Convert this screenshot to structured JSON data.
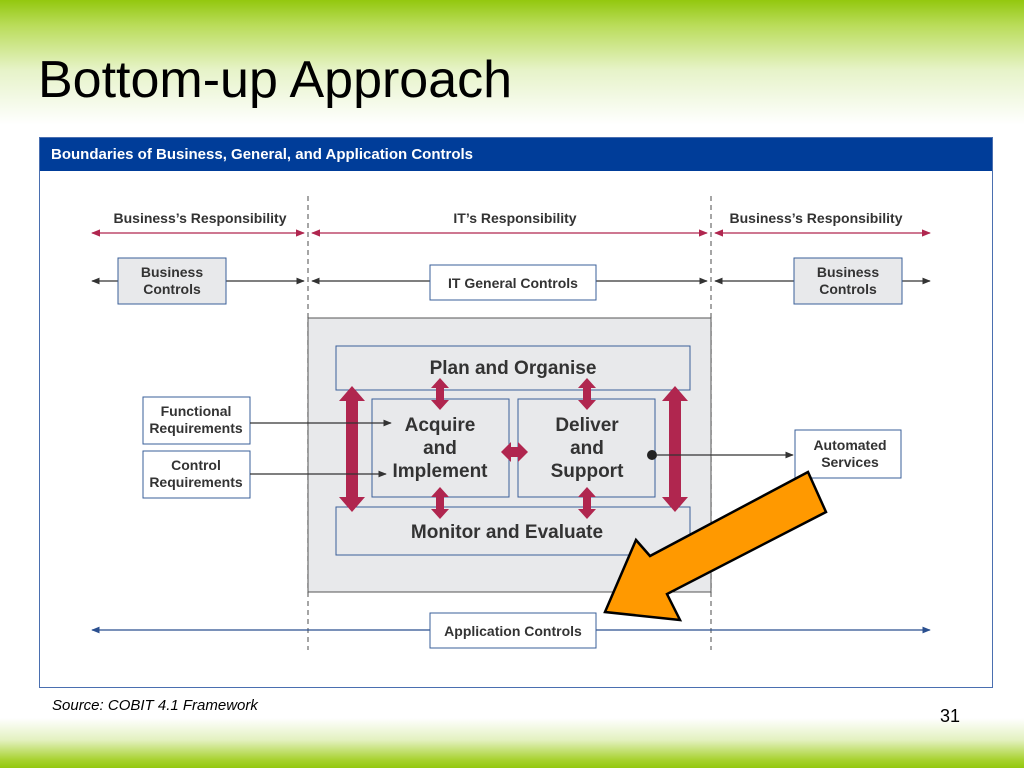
{
  "slide": {
    "title": "Bottom-up Approach",
    "source": "Source: COBIT 4.1 Framework",
    "page_number": "31"
  },
  "figure": {
    "header": "Boundaries of Business, General, and Application Controls",
    "responsibility": {
      "left": "Business’s Responsibility",
      "center": "IT’s Responsibility",
      "right": "Business’s Responsibility"
    },
    "business_controls": [
      "Business",
      "Controls"
    ],
    "it_general_controls": "IT General Controls",
    "processes": {
      "plan": "Plan and Organise",
      "acquire": [
        "Acquire",
        "and",
        "Implement"
      ],
      "deliver": [
        "Deliver",
        "and",
        "Support"
      ],
      "monitor": "Monitor and Evaluate"
    },
    "inputs": {
      "functional": [
        "Functional",
        "Requirements"
      ],
      "control": [
        "Control",
        "Requirements"
      ]
    },
    "automated_services": [
      "Automated",
      "Services"
    ],
    "application_controls": "Application Controls"
  },
  "colors": {
    "header_blue": "#003d99",
    "maroon_arrow": "#b0264f",
    "orange_arrow": "#ff9900",
    "green": "#93c80f",
    "box_fill": "#e8e9eb",
    "box_border": "#3a5f9a"
  },
  "icons": [
    "double-headed-arrow",
    "callout-arrow"
  ]
}
